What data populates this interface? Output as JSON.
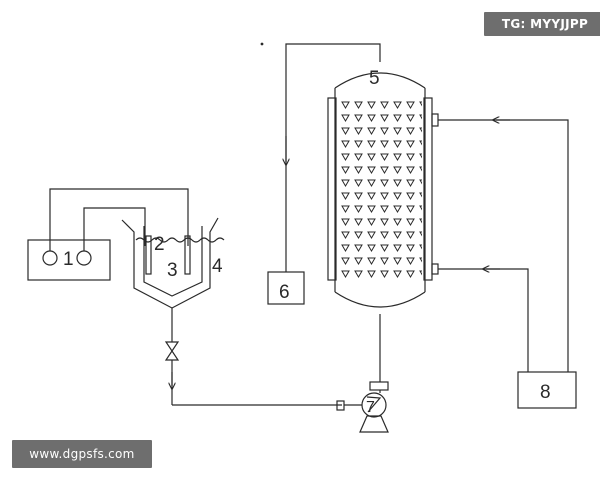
{
  "watermarks": {
    "top_right": "TG: MYYJJPP",
    "bottom_left": "www.dgpsfs.com"
  },
  "labels": {
    "power_supply": "1",
    "electrode": "2",
    "solution": "3",
    "cell": "4",
    "column_top": "5",
    "collector": "6",
    "pump": "7",
    "thermostat": "8"
  },
  "colors": {
    "line": "#2a2a2a",
    "badge_bg": "#6e6e6e",
    "badge_text": "#ffffff"
  }
}
